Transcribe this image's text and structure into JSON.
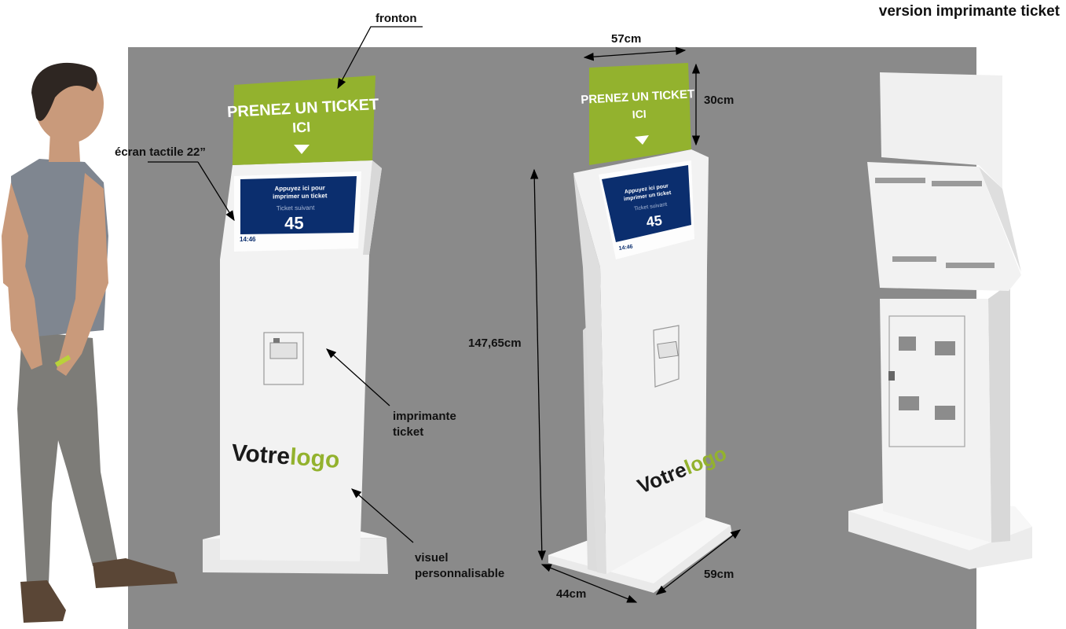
{
  "page": {
    "title": "version imprimante ticket",
    "colors": {
      "backdrop": "#8a8a8a",
      "pediment": "#93b22e",
      "screen": "#0b2e6e",
      "kiosk": "#f2f2f2"
    }
  },
  "callouts": {
    "pediment": "fronton",
    "touchscreen": "écran tactile 22”",
    "printer_line1": "imprimante",
    "printer_line2": "ticket",
    "visual_line1": "visuel",
    "visual_line2": "personnalisable"
  },
  "dimensions": {
    "width": "57cm",
    "pediment_height": "30cm",
    "total_height": "147,65cm",
    "base_depth": "44cm",
    "base_width": "59cm"
  },
  "sign": {
    "line1": "PRENEZ UN TICKET",
    "line2": "ICI"
  },
  "screen": {
    "prompt_line1": "Appuyez ici pour",
    "prompt_line2": "imprimer un ticket",
    "next_label": "Ticket suivant",
    "next_number": "45",
    "clock": "14:46"
  },
  "logo": {
    "part1": "Votre",
    "part2": "logo"
  }
}
